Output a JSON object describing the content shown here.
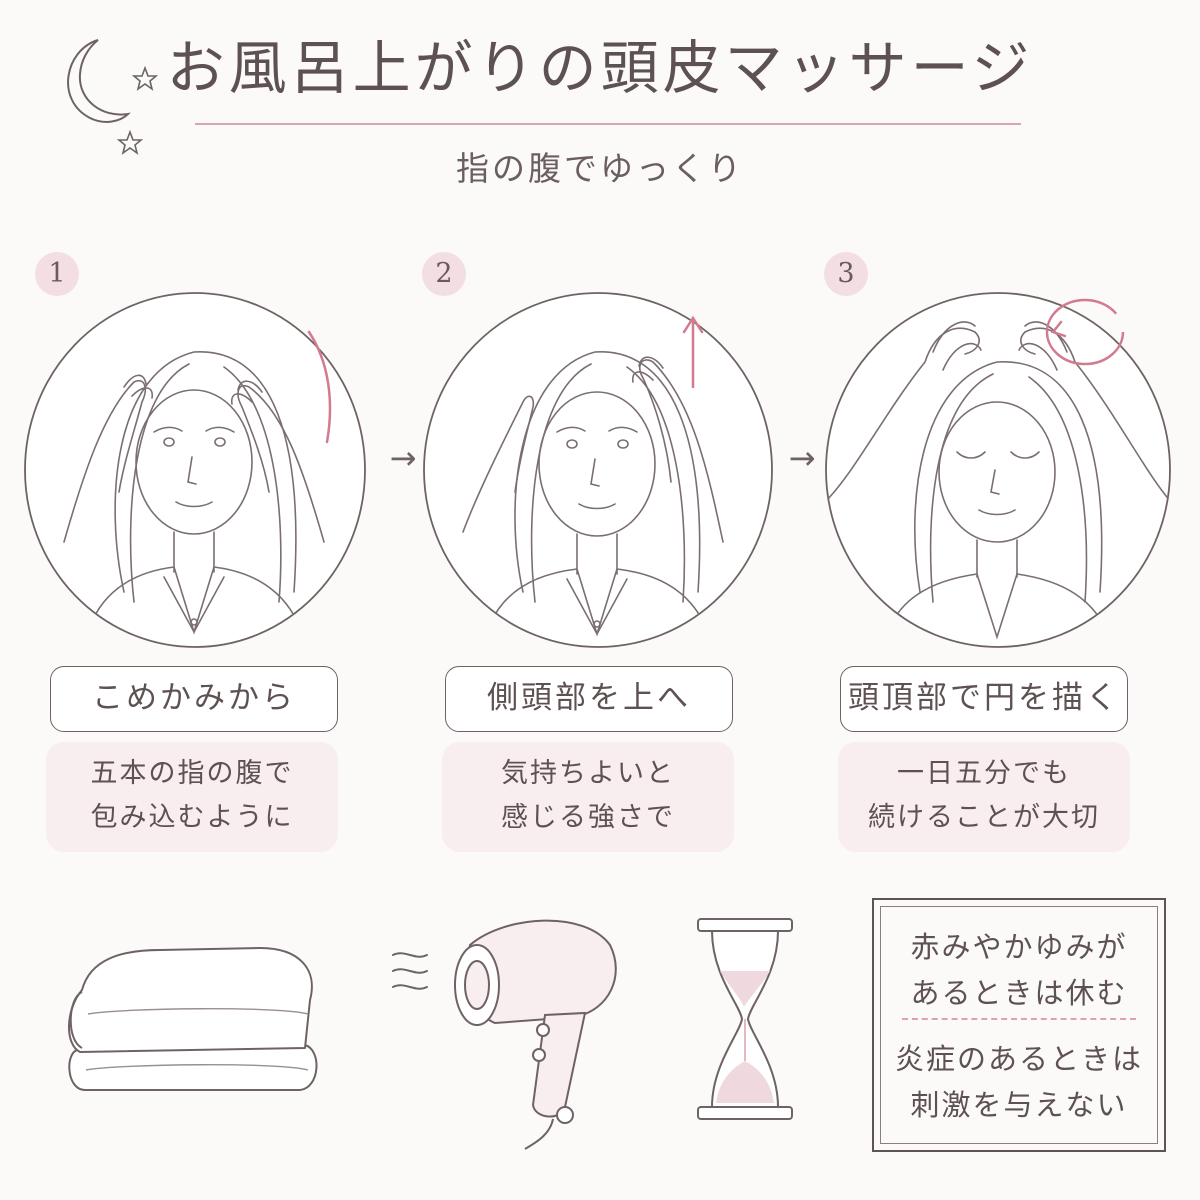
{
  "title": "お風呂上がりの頭皮マッサージ",
  "subtitle": "指の腹でゆっくり",
  "steps": [
    {
      "number": "1",
      "label": "こめかみから",
      "notes": [
        "五本の指の腹で",
        "包み込むように"
      ]
    },
    {
      "number": "2",
      "label": "側頭部を上へ",
      "notes": [
        "気持ちよいと",
        "感じる強さで"
      ]
    },
    {
      "number": "3",
      "label": "頭頂部で円を描く",
      "notes": [
        "一日五分でも",
        "続けることが大切"
      ]
    }
  ],
  "arrow_glyph": "→",
  "warning": {
    "lines_top": [
      "赤みやかゆみが",
      "あるときは休む"
    ],
    "lines_bottom": [
      "炎症のあるときは",
      "刺激を与えない"
    ]
  },
  "icons": [
    "moon-icon",
    "star-icon",
    "towel-icon",
    "hair-dryer-icon",
    "hourglass-icon"
  ],
  "colors": {
    "accent_pink": "#d27b8f",
    "line": "#6e6264",
    "note_bg": "#f8eef0",
    "badge_bg": "#f3dfe3"
  }
}
